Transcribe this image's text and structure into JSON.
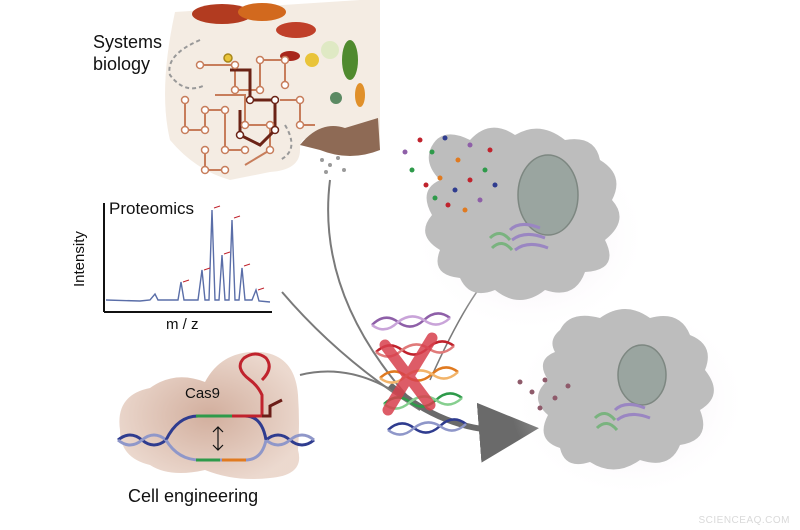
{
  "labels": {
    "systems_line1": "Systems",
    "systems_line2": "biology",
    "proteomics": "Proteomics",
    "intensity": "Intensity",
    "mz": "m / z",
    "cas9": "Cas9",
    "cell_engineering": "Cell engineering"
  },
  "watermark": "SCIENCEAQ.COM",
  "colors": {
    "pathway_node": "#c77d5b",
    "pathway_highlight": "#6b2316",
    "cell_body": "#b9b9b9",
    "nucleus": "#9aa5a0",
    "cas9_blob": "#c98f76",
    "guide_rna": "#c0232d",
    "dna_blue": "#2f3c8f",
    "cross_mark": "#d8404d",
    "arrow": "#6a6a6a"
  }
}
